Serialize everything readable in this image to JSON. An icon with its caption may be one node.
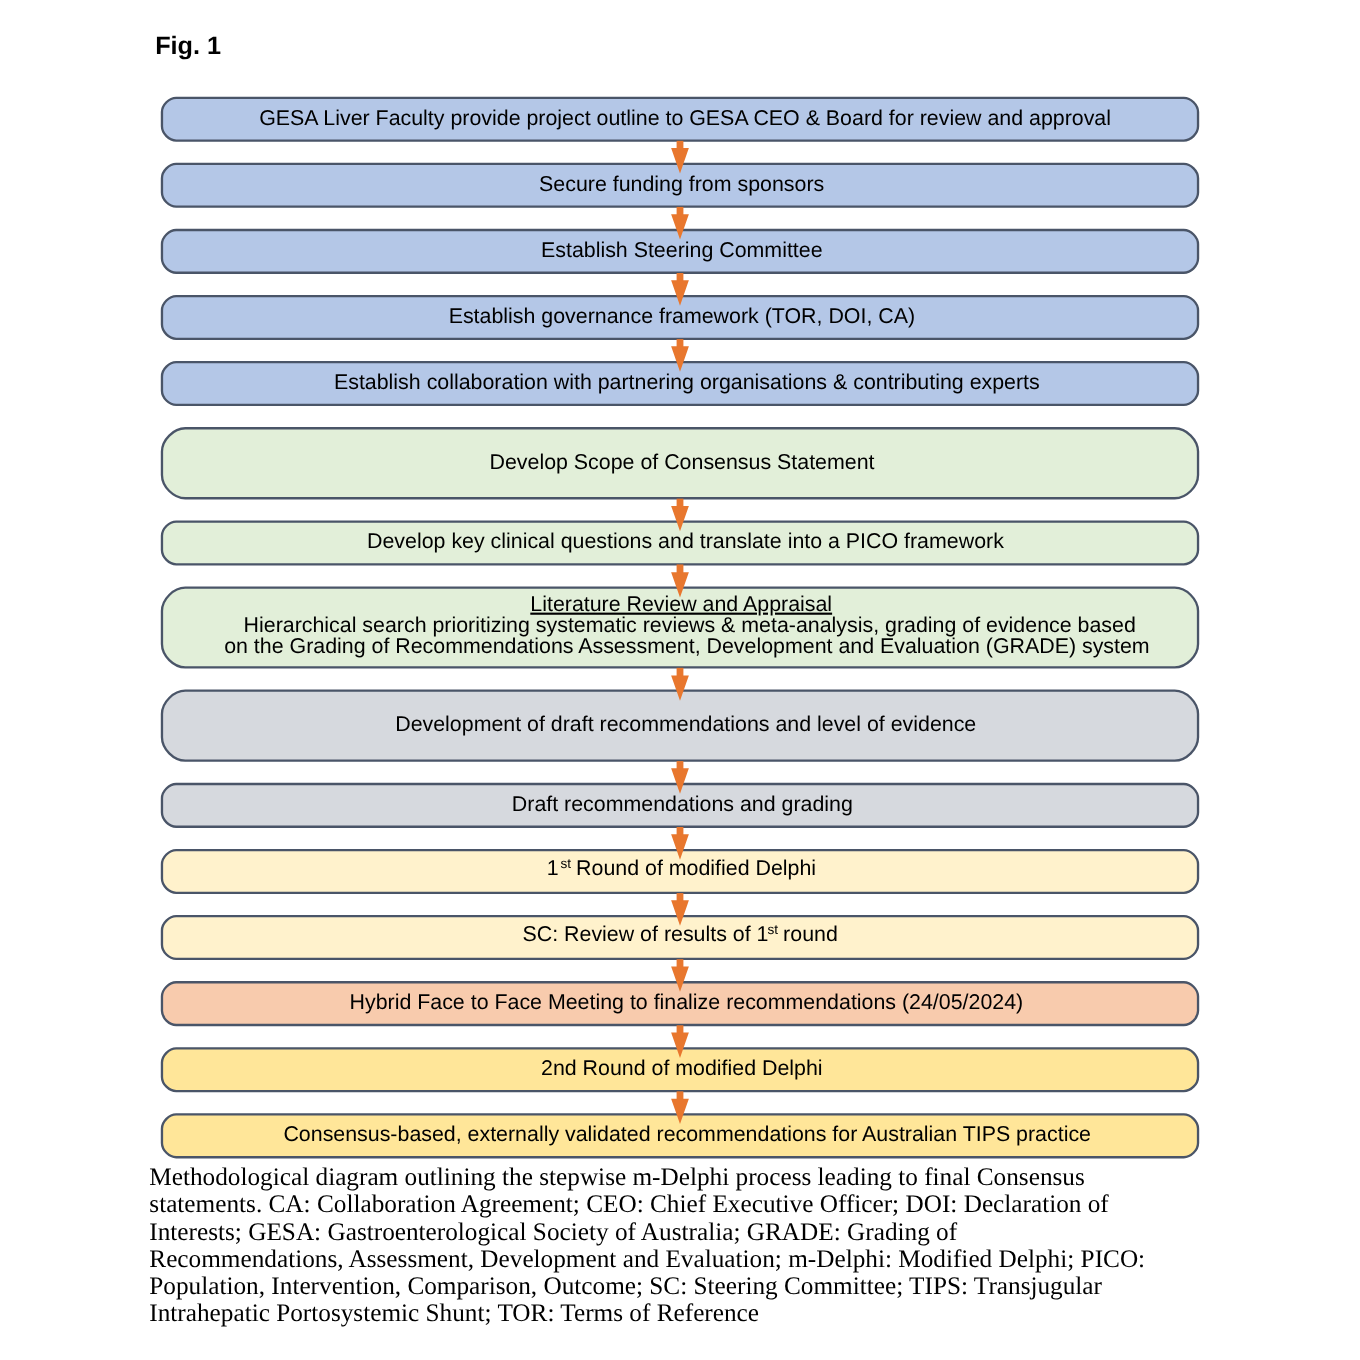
{
  "diagram": {
    "title": "Fig. 1",
    "caption": "Methodological diagram outlining the stepwise m-Delphi process leading to final Consensus statements. CA: Collaboration Agreement; CEO: Chief Executive Officer; DOI: Declaration of Interests; GESA: Gastroenterological Society of Australia; GRADE: Grading of Recommendations, Assessment, Development and Evaluation; m-Delphi: Modified Delphi; PICO: Population, Intervention, Comparison, Outcome; SC: Steering Committee; TIPS: Transjugular Intrahepatic Portosystemic Shunt; TOR: Terms of Reference",
    "nodes": [
      {
        "text": [
          "GESA Liver Faculty provide project outline to GESA CEO & Board for review and approval"
        ]
      },
      {
        "text": [
          "Secure funding from sponsors"
        ]
      },
      {
        "text": [
          "Establish Steering Committee"
        ]
      },
      {
        "text": [
          "Establish governance framework (TOR, DOI, CA)"
        ]
      },
      {
        "text": [
          "Establish collaboration with partnering organisations & contributing experts"
        ]
      },
      {
        "text": [
          "Develop Scope of Consensus Statement"
        ]
      },
      {
        "text": [
          "Develop key clinical questions and translate into a PICO framework"
        ]
      },
      {
        "text": [
          "Literature Review and Appraisal",
          "Hierarchical search prioritizing systematic reviews & meta-analysis, grading of evidence based on the Grading of Recommendations Assessment, Development and Evaluation (GRADE) system"
        ]
      },
      {
        "text": [
          "Development of draft recommendations and level of evidence"
        ]
      },
      {
        "text": [
          "Draft recommendations and grading"
        ]
      },
      {
        "text": [
          "1$^{st}$ Round of modified Delphi"
        ]
      },
      {
        "text": [
          "SC: Review of results of 1$^{st}$ round"
        ]
      },
      {
        "text": [
          "Hybrid Face to Face Meeting to finalize recommendations (24/05/2024)"
        ]
      },
      {
        "text": [
          "2nd Round of modified Delphi"
        ]
      },
      {
        "text": [
          "Consensus-based, externally validated recommendations for Australian TIPS practice"
        ]
      }
    ],
    "edges": [
      {
        "from": 0,
        "to": 1,
        "arrow": "to"
      },
      {
        "from": 1,
        "to": 2,
        "arrow": "to"
      },
      {
        "from": 2,
        "to": 3,
        "arrow": "to"
      },
      {
        "from": 3,
        "to": 4,
        "arrow": "to"
      },
      {
        "from": 5,
        "to": 6,
        "arrow": "to"
      },
      {
        "from": 6,
        "to": 7,
        "arrow": "to"
      },
      {
        "from": 7,
        "to": 8,
        "arrow": "to"
      },
      {
        "from": 8,
        "to": 9,
        "arrow": "to"
      },
      {
        "from": 9,
        "to": 10,
        "arrow": "to"
      },
      {
        "from": 10,
        "to": 11,
        "arrow": "to"
      },
      {
        "from": 11,
        "to": 12,
        "arrow": "to"
      },
      {
        "from": 12,
        "to": 13,
        "arrow": "to"
      },
      {
        "from": 13,
        "to": 14,
        "arrow": "to"
      }
    ]
  }
}
